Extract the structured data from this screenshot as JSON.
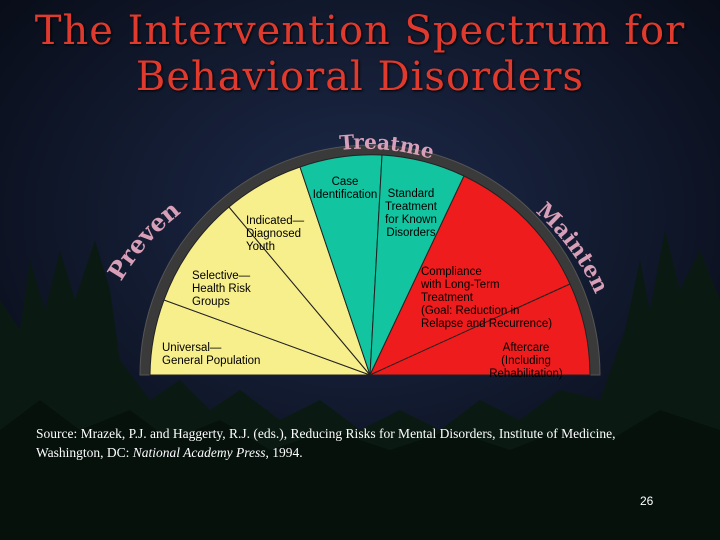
{
  "slide": {
    "title_line1": "The Intervention Spectrum for",
    "title_line2": "Behavioral Disorders",
    "page_number": "26"
  },
  "arc_labels": {
    "prevention": "Prevention",
    "treatment": "Treatment",
    "maintenance": "Maintenance"
  },
  "segments": {
    "universal": [
      "Universal—",
      "General Population"
    ],
    "selective": [
      "Selective—",
      "Health Risk",
      "Groups"
    ],
    "indicated": [
      "Indicated—",
      "Diagnosed",
      "Youth"
    ],
    "case_identification": [
      "Case",
      "Identification"
    ],
    "standard_treatment": [
      "Standard",
      "Treatment",
      "for Known",
      "Disorders"
    ],
    "compliance": [
      "Compliance",
      "with Long-Term",
      "Treatment",
      "(Goal: Reduction in",
      "Relapse and Recurrence)"
    ],
    "aftercare": [
      "Aftercare",
      "(Including",
      "Rehabilitation)"
    ]
  },
  "source": {
    "prefix": "Source: Mrazek, P.J. and Haggerty, R.J. (eds.), Reducing Risks for Mental Disorders, Institute of Medicine, Washington, DC: ",
    "publisher": "National Academy Press",
    "suffix": ", 1994."
  },
  "colors": {
    "prevention": "#f7ee8c",
    "treatment": "#12c4a0",
    "maintenance": "#ee1c1c",
    "title": "#e03a2e",
    "sky": "#0d1222",
    "trees": "#0a1a12"
  }
}
